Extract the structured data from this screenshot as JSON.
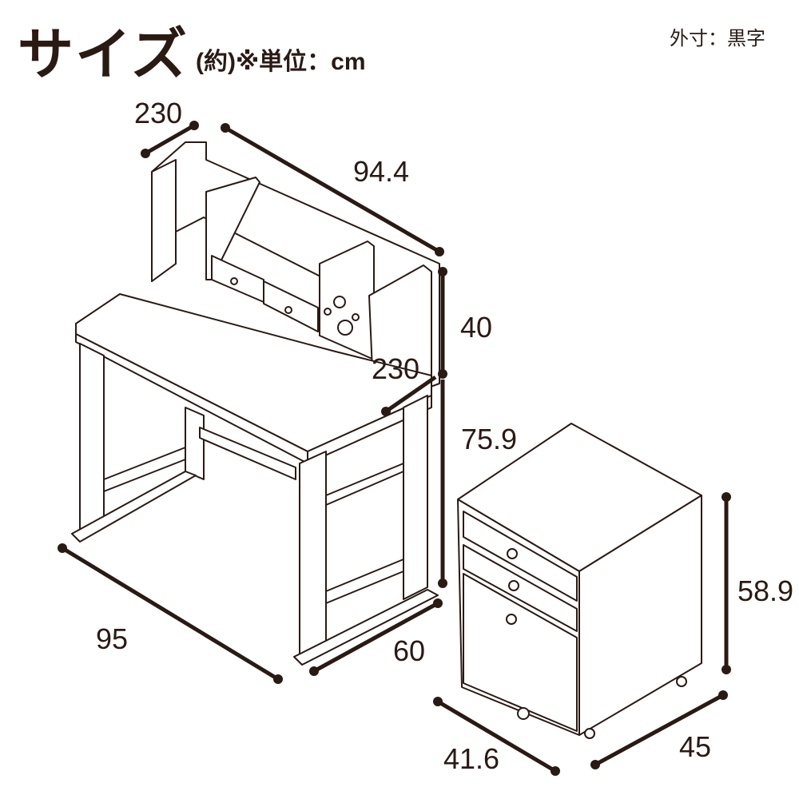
{
  "header": {
    "title": "サイズ",
    "subtitle": "(約)※単位：cm",
    "note": "外寸：黒字"
  },
  "dimensions": {
    "hutch_depth": "230",
    "hutch_width": "94.4",
    "hutch_height": "40",
    "desk_gap": "230",
    "desk_height": "75.9",
    "desk_width": "95",
    "desk_depth": "60",
    "wagon_height": "58.9",
    "wagon_width": "41.6",
    "wagon_depth": "45"
  }
}
